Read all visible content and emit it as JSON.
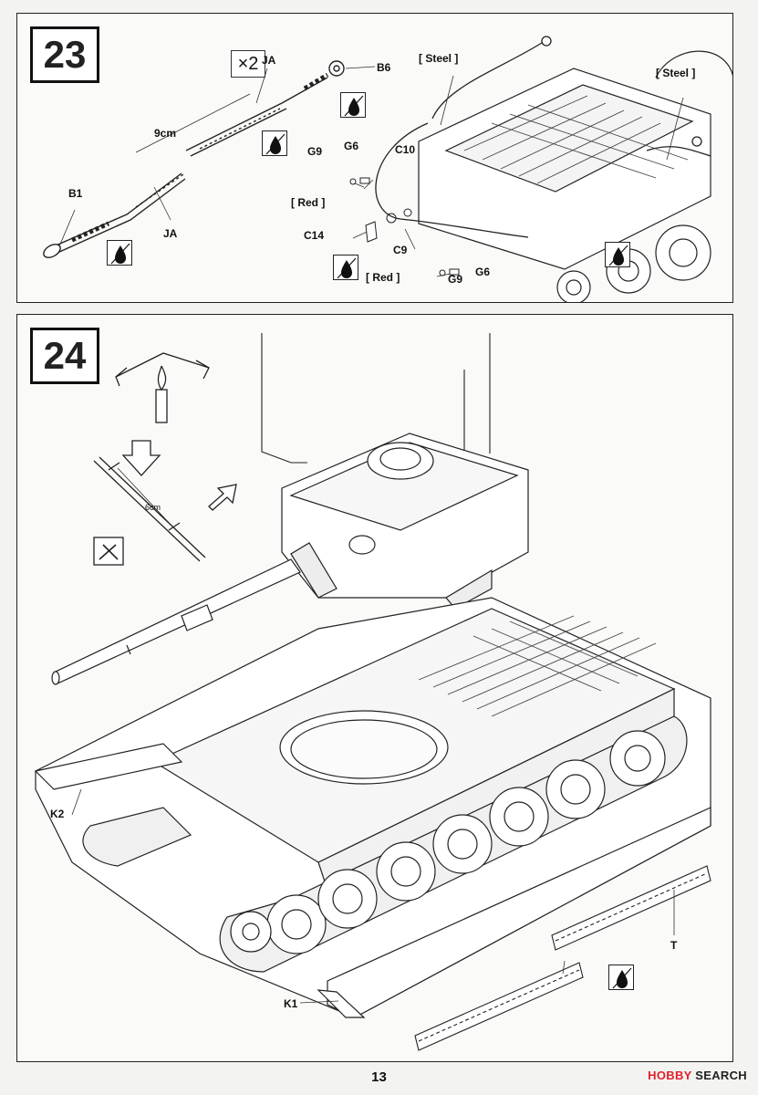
{
  "step23": {
    "number": "23",
    "quantity": "×2",
    "labels": {
      "ja_top": "JA",
      "b6": "B6",
      "length": "9cm",
      "b1": "B1",
      "ja_bottom": "JA",
      "steel_left": "[ Steel ]",
      "steel_right": "[ Steel ]",
      "g9_upper": "G9",
      "g6_upper": "G6",
      "c10": "C10",
      "red_upper": "[ Red ]",
      "c14": "C14",
      "c9": "C9",
      "red_lower": "[ Red ]",
      "g9_lower": "G9",
      "g6_lower": "G6"
    }
  },
  "step24": {
    "number": "24",
    "labels": {
      "sprue_length": "6cm",
      "k2": "K2",
      "k1": "K1",
      "t": "T"
    }
  },
  "footer": {
    "page_number": "13",
    "watermark_brand": "HOBBY",
    "watermark_word": "SEARCH"
  }
}
